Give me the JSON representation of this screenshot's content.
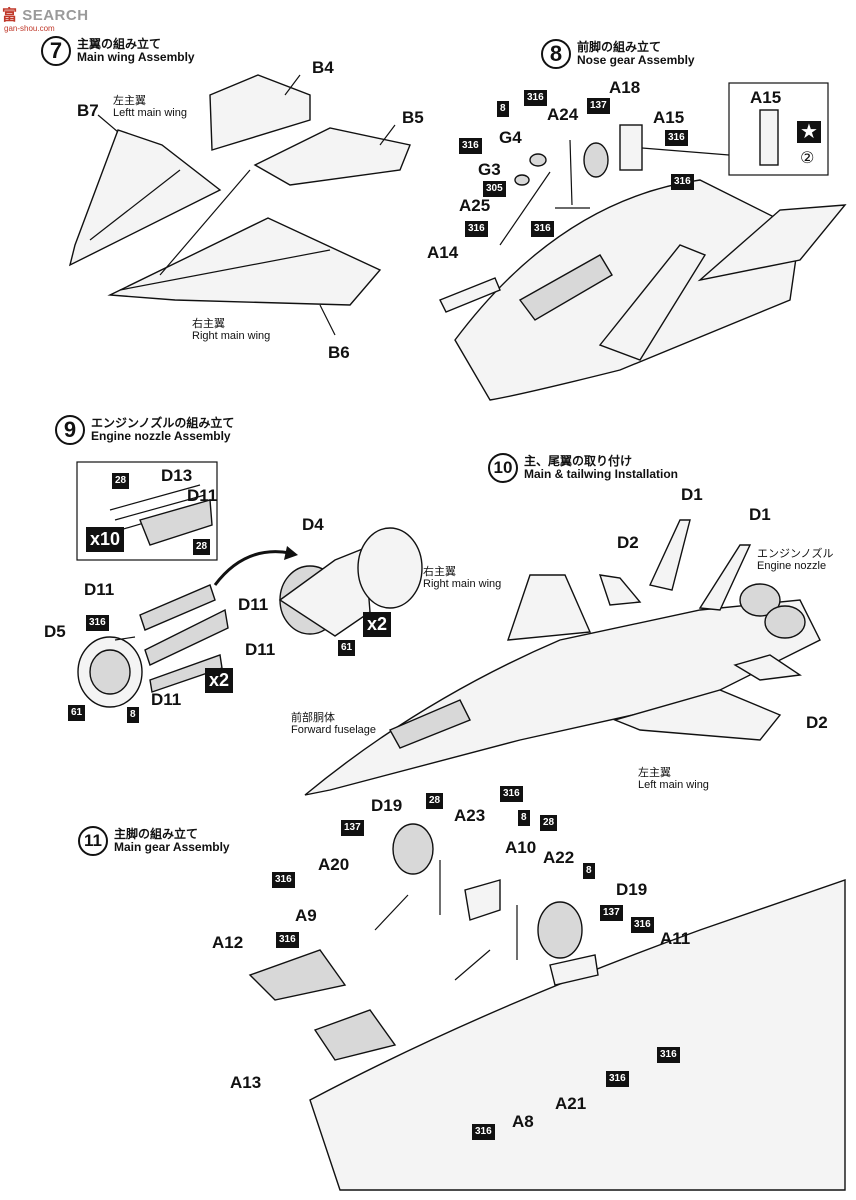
{
  "watermark": {
    "brand": "SEARCH",
    "cn": "富",
    "sub": "gan-shou.com"
  },
  "steps": [
    {
      "num": "7",
      "jp": "主翼の組み立て",
      "en": "Main wing Assembly"
    },
    {
      "num": "8",
      "jp": "前脚の組み立て",
      "en": "Nose gear Assembly"
    },
    {
      "num": "9",
      "jp": "エンジンノズルの組み立て",
      "en": "Engine nozzle Assembly"
    },
    {
      "num": "10",
      "jp": "主、尾翼の取り付け",
      "en": "Main & tailwing Installation"
    },
    {
      "num": "11",
      "jp": "主脚の組み立て",
      "en": "Main gear Assembly"
    }
  ],
  "s7": {
    "b4": "B4",
    "b5": "B5",
    "b6": "B6",
    "b7": "B7",
    "left_jp": "左主翼",
    "left_en": "Leftt main wing",
    "right_jp": "右主翼",
    "right_en": "Right main wing"
  },
  "s8": {
    "a15": "A15",
    "a15b": "A15",
    "a18": "A18",
    "a24": "A24",
    "g4": "G4",
    "g3": "G3",
    "a25": "A25",
    "a14": "A14",
    "c316a": "316",
    "c8": "8",
    "c137": "137",
    "c316b": "316",
    "c316c": "316",
    "c305": "305",
    "c316d": "316",
    "c316e": "316",
    "c316f": "316",
    "star": "★",
    "circle2": "②"
  },
  "s9": {
    "d13": "D13",
    "d11a": "D11",
    "d11b": "D11",
    "d11c": "D11",
    "d11d": "D11",
    "d11e": "D11",
    "d5": "D5",
    "d4": "D4",
    "c28a": "28",
    "c28b": "28",
    "c316": "316",
    "c61a": "61",
    "c8": "8",
    "c61b": "61",
    "x10": "x10",
    "x2a": "x2",
    "x2b": "x2"
  },
  "s10": {
    "d1a": "D1",
    "d1b": "D1",
    "d2a": "D2",
    "d2b": "D2",
    "rw_jp": "右主翼",
    "rw_en": "Right main wing",
    "nz_jp": "エンジンノズル",
    "nz_en": "Engine nozzle",
    "ff_jp": "前部胴体",
    "ff_en": "Forward fuselage",
    "lw_jp": "左主翼",
    "lw_en": "Left  main wing"
  },
  "s11": {
    "d19a": "D19",
    "d19b": "D19",
    "a23": "A23",
    "a20": "A20",
    "a9": "A9",
    "a12": "A12",
    "a10": "A10",
    "a22": "A22",
    "a11": "A11",
    "a13": "A13",
    "a21": "A21",
    "a8": "A8",
    "c28a": "28",
    "c316a": "316",
    "c137a": "137",
    "c8a": "8",
    "c28b": "28",
    "c316b": "316",
    "c316c": "316",
    "c8b": "8",
    "c137b": "137",
    "c316d": "316",
    "c316e": "316",
    "c316f": "316",
    "c316g": "316"
  }
}
